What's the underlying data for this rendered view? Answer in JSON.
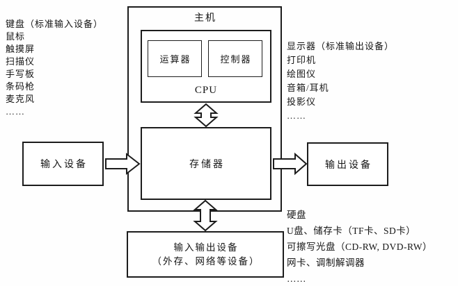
{
  "diagram": {
    "host": {
      "label": "主机"
    },
    "cpu": {
      "label": "CPU",
      "alu_label": "运算器",
      "cu_label": "控制器"
    },
    "memory": {
      "label": "存储器"
    },
    "input_box": {
      "label": "输入设备"
    },
    "output_box": {
      "label": "输出设备"
    },
    "io_box": {
      "line1": "输入输出设备",
      "line2": "（外存、网络等设备）"
    },
    "input_list": [
      "键盘（标准输入设备）",
      "鼠标",
      "触摸屏",
      "扫描仪",
      "手写板",
      "条码枪",
      "麦克风",
      "……"
    ],
    "output_list": [
      "显示器（标准输出设备）",
      "打印机",
      "绘图仪",
      "音箱/耳机",
      "投影仪",
      "……"
    ],
    "io_list": [
      "硬盘",
      "U盘、储存卡（TF卡、SD卡）",
      "可擦写光盘（CD-RW, DVD-RW）",
      "网卡、调制解调器",
      "……"
    ],
    "colors": {
      "line": "#1c1c1c",
      "background": "#ffffff",
      "text": "#151515"
    }
  }
}
